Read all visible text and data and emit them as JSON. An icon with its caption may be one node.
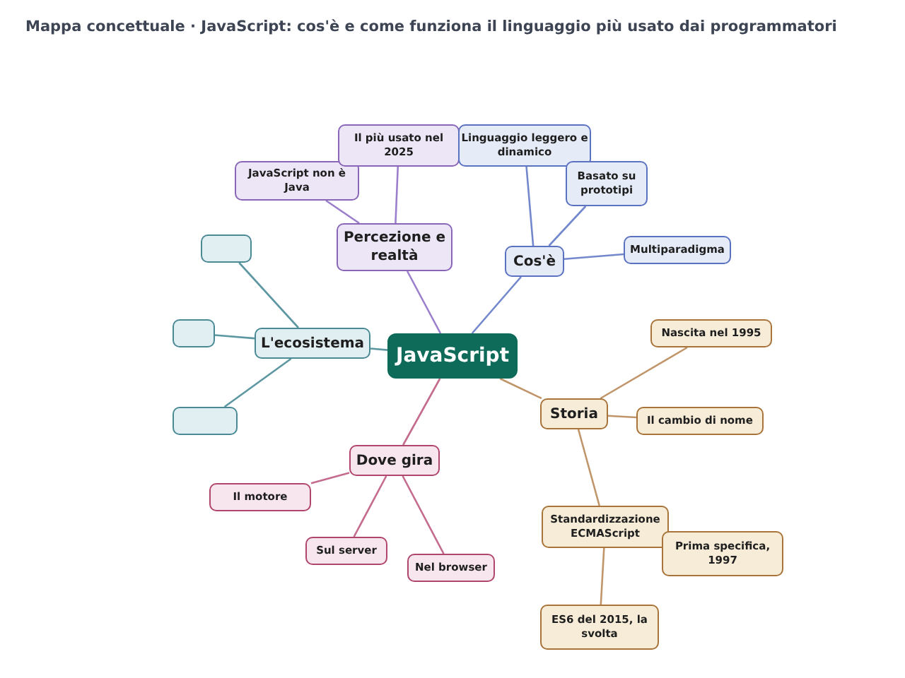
{
  "diagram": {
    "title": "Mappa concettuale · JavaScript: cos'è e come funziona il linguaggio più usato dai programmatori",
    "nodes": [
      {
        "text": [
          "JavaScript"
        ]
      },
      {
        "text": [
          "Percezione e realtà"
        ]
      },
      {
        "text": [
          "JavaScript non è Java"
        ]
      },
      {
        "text": [
          "Il più usato nel 2025"
        ]
      },
      {
        "text": [
          "Cos'è"
        ]
      },
      {
        "text": [
          "Linguaggio leggero e dinamico"
        ]
      },
      {
        "text": [
          "Basato su prototipi"
        ]
      },
      {
        "text": [
          "Multiparadigma"
        ]
      },
      {
        "text": [
          "L'ecosistema"
        ]
      },
      {
        "text": [],
        "shape": "box"
      },
      {
        "text": [],
        "shape": "box"
      },
      {
        "text": [],
        "shape": "box"
      },
      {
        "text": [
          "Storia"
        ]
      },
      {
        "text": [
          "Nascita nel 1995"
        ]
      },
      {
        "text": [
          "Il cambio di nome"
        ]
      },
      {
        "text": [
          "Standardizzazione ECMAScript"
        ]
      },
      {
        "text": [
          "Prima specifica, 1997"
        ]
      },
      {
        "text": [
          "ES6 del 2015, la svolta"
        ]
      },
      {
        "text": [
          "Dove gira"
        ]
      },
      {
        "text": [
          "Il motore"
        ]
      },
      {
        "text": [
          "Sul server"
        ]
      },
      {
        "text": [
          "Nel browser"
        ]
      }
    ],
    "edges": [
      {
        "from": 0,
        "to": 1,
        "arrow": "none",
        "color": "#9b7fcc"
      },
      {
        "from": 0,
        "to": 4,
        "arrow": "none",
        "color": "#7388cc"
      },
      {
        "from": 0,
        "to": 8,
        "arrow": "none",
        "color": "#5d98a2"
      },
      {
        "from": 0,
        "to": 12,
        "arrow": "none",
        "color": "#c0956a"
      },
      {
        "from": 0,
        "to": 18,
        "arrow": "none",
        "color": "#c46b8e"
      },
      {
        "from": 1,
        "to": 2,
        "arrow": "none",
        "color": "#9b7fcc"
      },
      {
        "from": 1,
        "to": 3,
        "arrow": "none",
        "color": "#9b7fcc"
      },
      {
        "from": 4,
        "to": 5,
        "arrow": "none",
        "color": "#7388cc"
      },
      {
        "from": 4,
        "to": 6,
        "arrow": "none",
        "color": "#7388cc"
      },
      {
        "from": 4,
        "to": 7,
        "arrow": "none",
        "color": "#7388cc"
      },
      {
        "from": 8,
        "to": 9,
        "arrow": "none",
        "color": "#5d98a2"
      },
      {
        "from": 8,
        "to": 10,
        "arrow": "none",
        "color": "#5d98a2"
      },
      {
        "from": 8,
        "to": 11,
        "arrow": "none",
        "color": "#5d98a2"
      },
      {
        "from": 12,
        "to": 13,
        "arrow": "none",
        "color": "#c0956a"
      },
      {
        "from": 12,
        "to": 14,
        "arrow": "none",
        "color": "#c0956a"
      },
      {
        "from": 12,
        "to": 15,
        "arrow": "none",
        "color": "#c0956a"
      },
      {
        "from": 15,
        "to": 17,
        "arrow": "none",
        "color": "#c0956a"
      },
      {
        "from": 18,
        "to": 19,
        "arrow": "none",
        "color": "#c46b8e"
      },
      {
        "from": 18,
        "to": 20,
        "arrow": "none",
        "color": "#c46b8e"
      },
      {
        "from": 18,
        "to": 21,
        "arrow": "none",
        "color": "#c46b8e"
      }
    ]
  }
}
